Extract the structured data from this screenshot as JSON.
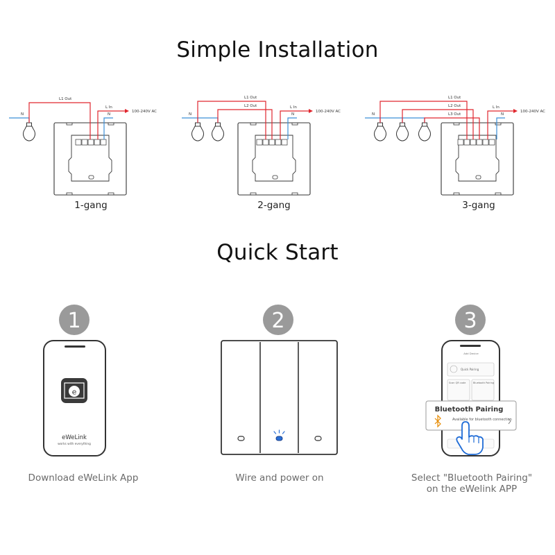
{
  "installation": {
    "title": "Simple Installation",
    "wire_labels": {
      "neutral": "N",
      "line_in": "L In",
      "supply": "100-240V AC",
      "l1_out": "L1 Out",
      "l2_out": "L2 Out",
      "l3_out": "L3 Out"
    },
    "diagrams": [
      {
        "caption": "1-gang"
      },
      {
        "caption": "2-gang"
      },
      {
        "caption": "3-gang"
      }
    ],
    "colors": {
      "live": "#e0262e",
      "neutral": "#3b8fd8",
      "outline": "#333333"
    }
  },
  "quick_start": {
    "title": "Quick Start",
    "steps": [
      {
        "number": "1",
        "caption": "Download eWeLink App",
        "brand": "eWeLink",
        "brand_tagline": "works with everything"
      },
      {
        "number": "2",
        "caption": "Wire and power on"
      },
      {
        "number": "3",
        "caption_line1": "Select \"Bluetooth Pairing\"",
        "caption_line2": "on the eWelink APP",
        "app_header": "Add Device",
        "app_option1": "Quick Pairing",
        "app_option2": "Scan QR code",
        "app_option3": "Bluetooth Pairing",
        "popup_title": "Bluetooth Pairing",
        "popup_text": "Available for bluetooth connection"
      }
    ],
    "colors": {
      "badge": "#9a9a9a",
      "indicator": "#2a6fd6"
    }
  }
}
